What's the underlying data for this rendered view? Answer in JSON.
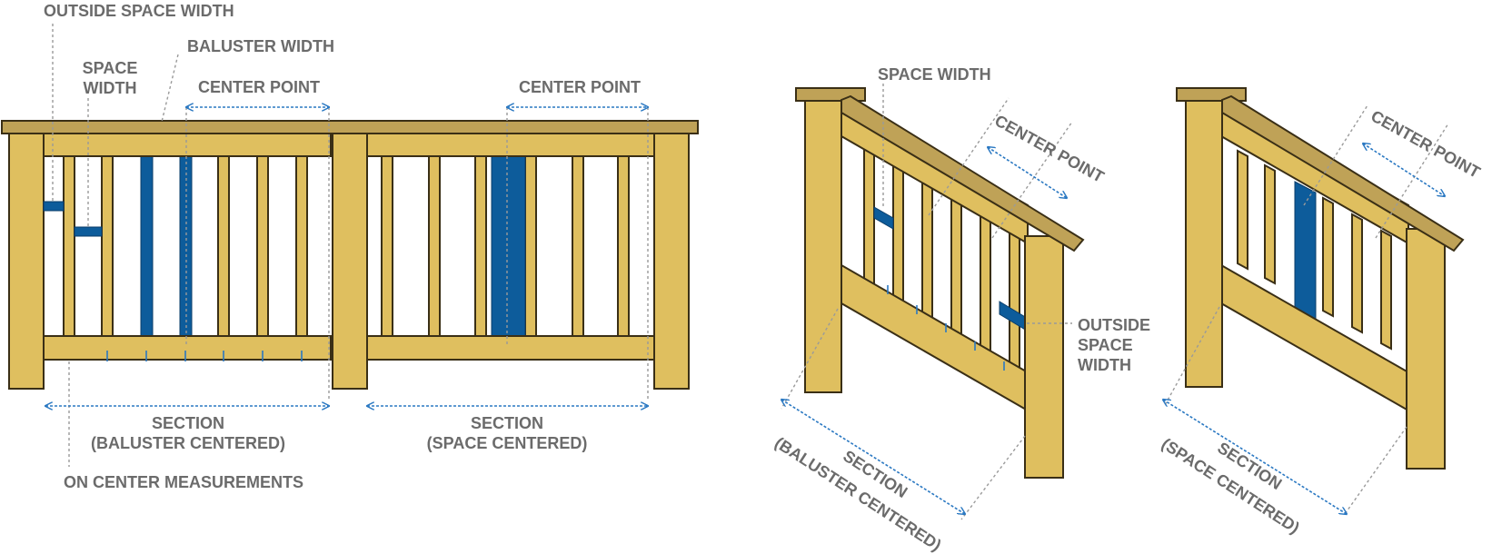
{
  "labels": {
    "outside_space_width": "OUTSIDE SPACE WIDTH",
    "space_width_line1": "SPACE",
    "space_width_line2": "WIDTH",
    "baluster_width": "BALUSTER WIDTH",
    "center_point_1": "CENTER POINT",
    "center_point_2": "CENTER POINT",
    "section_1_line1": "SECTION",
    "section_1_line2": "(BALUSTER CENTERED)",
    "section_2_line1": "SECTION",
    "section_2_line2": "(SPACE CENTERED)",
    "on_center_measurements": "ON CENTER MEASUREMENTS",
    "stair1_space_width": "SPACE WIDTH",
    "stair1_center_point": "CENTER POINT",
    "stair1_outside_line1": "OUTSIDE",
    "stair1_outside_line2": "SPACE",
    "stair1_outside_line3": "WIDTH",
    "stair1_section_line1": "SECTION",
    "stair1_section_line2": "(BALUSTER CENTERED)",
    "stair2_center_point": "CENTER POINT",
    "stair2_section_line1": "SECTION",
    "stair2_section_line2": "(SPACE  CENTERED)"
  },
  "colors": {
    "wood": "#dfbf5f",
    "cap": "#bfa257",
    "highlight": "#0d5c9b",
    "dimension": "#2a78c2",
    "label": "#6b6b6b"
  }
}
